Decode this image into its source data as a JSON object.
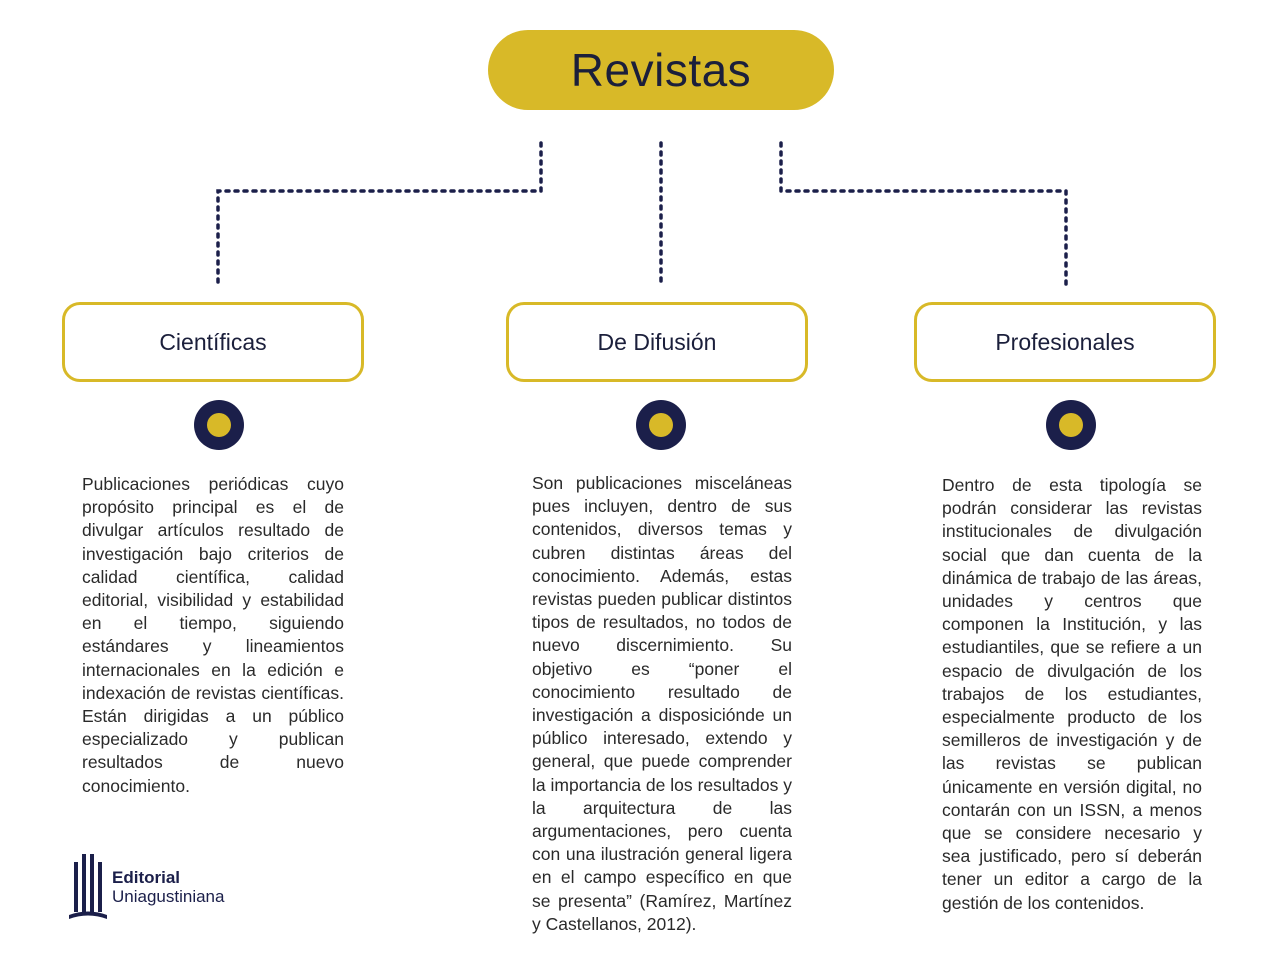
{
  "title": "Revistas",
  "colors": {
    "accent": "#d8b928",
    "navy": "#1b1f4a"
  },
  "categories": [
    {
      "label": "Científicas",
      "description": "Publicaciones periódicas cuyo propósito principal es el de divulgar artículos resultado de investigación bajo criterios de calidad científica, calidad editorial, visibilidad y estabilidad en el tiempo, siguiendo estándares y lineamientos internacionales en la edición e indexación de revistas científicas. Están dirigidas a un público especializado y publican resultados de nuevo conocimiento."
    },
    {
      "label": "De Difusión",
      "description": "Son publicaciones misceláneas pues incluyen, dentro de sus contenidos, diversos temas y cubren distintas áreas del conocimiento. Además, estas revistas pueden publicar distintos tipos de resultados, no todos de nuevo discernimiento. Su objetivo es “poner el conocimiento resultado de investigación a disposiciónde un público interesado, extendo y general, que puede comprender la importancia de los resultados y la arquitectura de las argumentaciones, pero cuenta con una ilustración general ligera en el campo específico en que se presenta” (Ramírez, Martínez y Castellanos, 2012)."
    },
    {
      "label": "Profesionales",
      "description": "Dentro de esta tipología se podrán considerar las revistas institucionales de divulgación social que dan cuenta de la dinámica de trabajo de las áreas, unidades y centros que componen la Institución, y las estudiantiles, que se refiere a un espacio de divulgación de los trabajos de los estudiantes, especialmente producto de los semilleros de investigación y de las revistas se publican únicamente en versión digital, no contarán con un ISSN, a menos que se considere necesario y sea justificado, pero sí deberán tener un editor a cargo de la gestión de los contenidos."
    }
  ],
  "logo": {
    "line1": "Editorial",
    "line2": "Uniagustiniana",
    "icon": "book-columns-icon"
  }
}
